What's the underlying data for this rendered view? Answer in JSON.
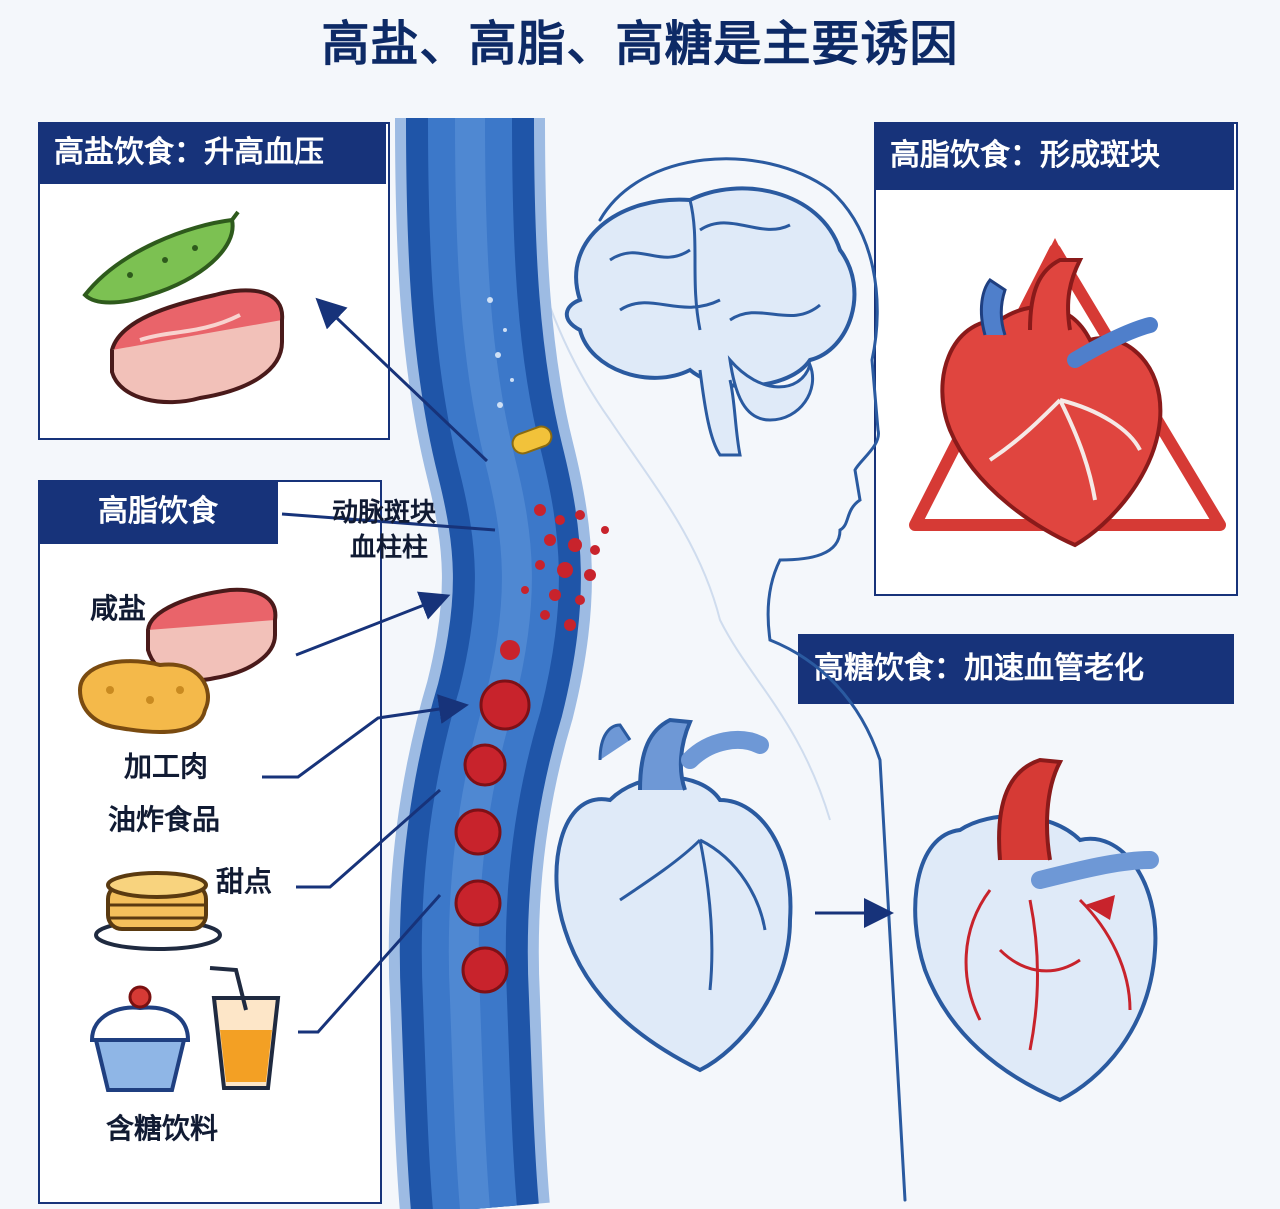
{
  "title": "高盐、高脂、高糖是主要诱因",
  "panels": {
    "salt_header": "高盐饮食：升高血压",
    "fat_header": "高脂饮食",
    "fat_right_header": "高脂饮食：形成斑块",
    "sugar_header": "高糖饮食：加速血管老化"
  },
  "labels": {
    "plaque_line1": "动脉斑块",
    "plaque_line2": "血柱柱",
    "salty": "咸盐",
    "processed_meat": "加工肉",
    "fried_food": "油炸食品",
    "dessert": "甜点",
    "sugary_drink": "含糖饮料"
  },
  "colors": {
    "navy": "#17337a",
    "vessel_blue": "#1f55a8",
    "blood_red": "#c8232c",
    "heart_red": "#e0453f",
    "organ_blue": "#dfeaf8",
    "outline": "#2a5aa0"
  },
  "icons": [
    "cucumber-icon",
    "meat-icon",
    "fried-food-icon",
    "pancake-icon",
    "cupcake-icon",
    "juice-icon",
    "brain-icon",
    "heart-icon",
    "warning-triangle-icon"
  ]
}
